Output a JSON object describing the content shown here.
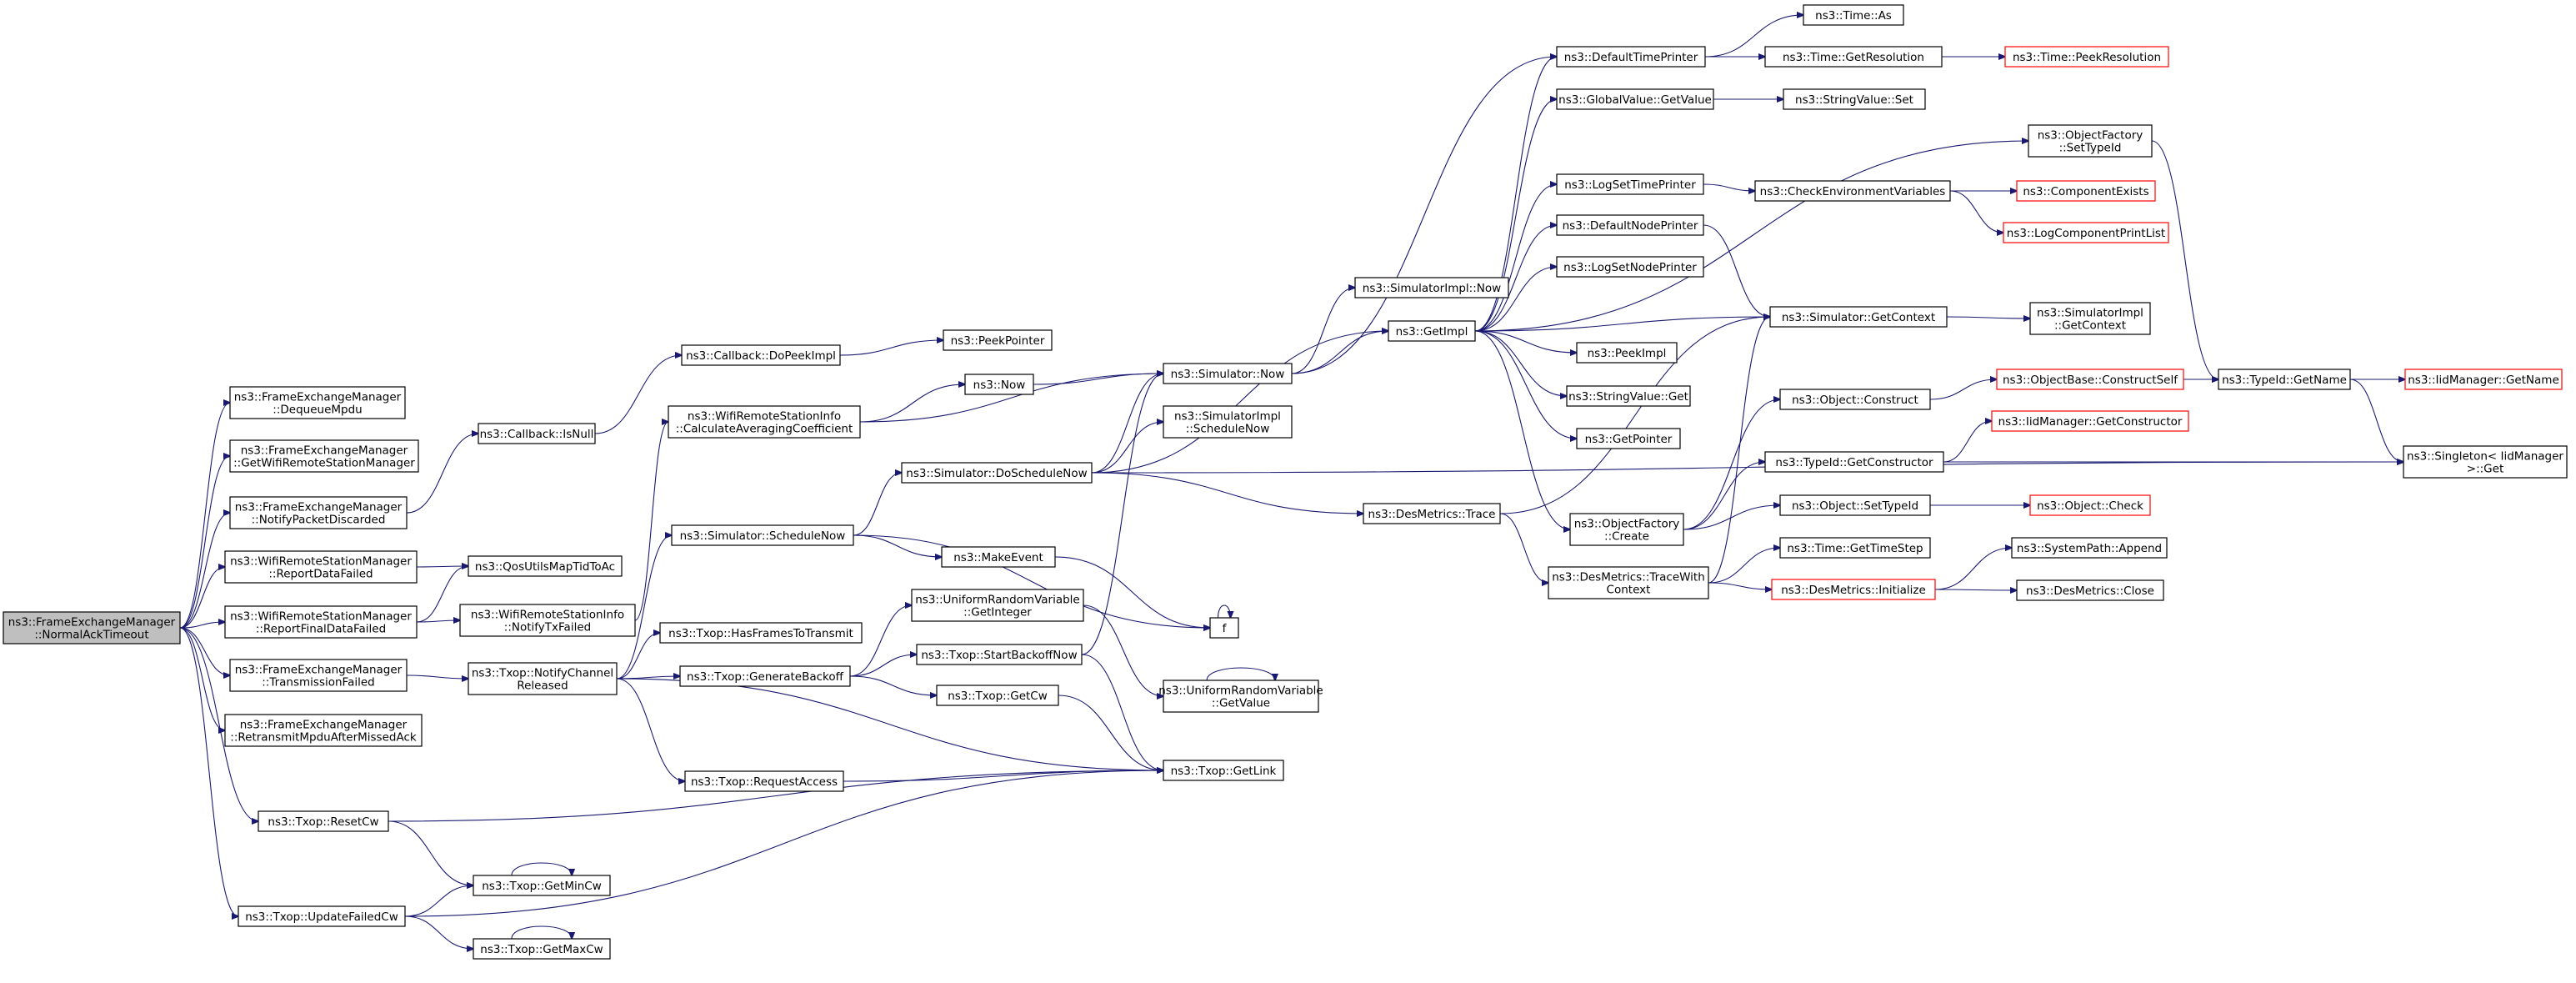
{
  "nodes": {
    "root": {
      "lines": [
        "ns3::FrameExchangeManager",
        "::NormalAckTimeout"
      ],
      "style": "root"
    },
    "dequeue": {
      "lines": [
        "ns3::FrameExchangeManager",
        "::DequeueMpdu"
      ]
    },
    "getwifi": {
      "lines": [
        "ns3::FrameExchangeManager",
        "::GetWifiRemoteStationManager"
      ]
    },
    "notifypd": {
      "lines": [
        "ns3::FrameExchangeManager",
        "::NotifyPacketDiscarded"
      ]
    },
    "reportdf": {
      "lines": [
        "ns3::WifiRemoteStationManager",
        "::ReportDataFailed"
      ]
    },
    "reportfdf": {
      "lines": [
        "ns3::WifiRemoteStationManager",
        "::ReportFinalDataFailed"
      ]
    },
    "txfailed": {
      "lines": [
        "ns3::FrameExchangeManager",
        "::TransmissionFailed"
      ]
    },
    "retransmit": {
      "lines": [
        "ns3::FrameExchangeManager",
        "::RetransmitMpduAfterMissedAck"
      ]
    },
    "resetcw": {
      "lines": [
        "ns3::Txop::ResetCw"
      ]
    },
    "updatefcw": {
      "lines": [
        "ns3::Txop::UpdateFailedCw"
      ]
    },
    "cbisnull": {
      "lines": [
        "ns3::Callback::IsNull"
      ]
    },
    "qosutils": {
      "lines": [
        "ns3::QosUtilsMapTidToAc"
      ]
    },
    "notifytxf": {
      "lines": [
        "ns3::WifiRemoteStationInfo",
        "::NotifyTxFailed"
      ]
    },
    "notifychr": {
      "lines": [
        "ns3::Txop::NotifyChannel",
        "Released"
      ]
    },
    "getmincw": {
      "lines": [
        "ns3::Txop::GetMinCw"
      ]
    },
    "getmaxcw": {
      "lines": [
        "ns3::Txop::GetMaxCw"
      ]
    },
    "dopeek": {
      "lines": [
        "ns3::Callback::DoPeekImpl"
      ]
    },
    "calcavg": {
      "lines": [
        "ns3::WifiRemoteStationInfo",
        "::CalculateAveragingCoefficient"
      ]
    },
    "schednow": {
      "lines": [
        "ns3::Simulator::ScheduleNow"
      ]
    },
    "hasframes": {
      "lines": [
        "ns3::Txop::HasFramesToTransmit"
      ]
    },
    "genbackoff": {
      "lines": [
        "ns3::Txop::GenerateBackoff"
      ]
    },
    "reqaccess": {
      "lines": [
        "ns3::Txop::RequestAccess"
      ]
    },
    "peekptr": {
      "lines": [
        "ns3::PeekPointer"
      ]
    },
    "now": {
      "lines": [
        "ns3::Now"
      ]
    },
    "doschednow": {
      "lines": [
        "ns3::Simulator::DoScheduleNow"
      ]
    },
    "makeevent": {
      "lines": [
        "ns3::MakeEvent"
      ]
    },
    "urvgetint": {
      "lines": [
        "ns3::UniformRandomVariable",
        "::GetInteger"
      ]
    },
    "startbackoff": {
      "lines": [
        "ns3::Txop::StartBackoffNow"
      ]
    },
    "getcw": {
      "lines": [
        "ns3::Txop::GetCw"
      ]
    },
    "simnow": {
      "lines": [
        "ns3::Simulator::Now"
      ]
    },
    "simimplsched": {
      "lines": [
        "ns3::SimulatorImpl",
        "::ScheduleNow"
      ]
    },
    "f": {
      "lines": [
        "f"
      ]
    },
    "urvgetval": {
      "lines": [
        "ns3::UniformRandomVariable",
        "::GetValue"
      ]
    },
    "getlink": {
      "lines": [
        "ns3::Txop::GetLink"
      ]
    },
    "simimplnow": {
      "lines": [
        "ns3::SimulatorImpl::Now"
      ]
    },
    "getimpl": {
      "lines": [
        "ns3::GetImpl"
      ]
    },
    "desmtrace": {
      "lines": [
        "ns3::DesMetrics::Trace"
      ]
    },
    "deftp": {
      "lines": [
        "ns3::DefaultTimePrinter"
      ]
    },
    "gvgetvalue": {
      "lines": [
        "ns3::GlobalValue::GetValue"
      ]
    },
    "logsettp": {
      "lines": [
        "ns3::LogSetTimePrinter"
      ]
    },
    "defnp": {
      "lines": [
        "ns3::DefaultNodePrinter"
      ]
    },
    "logsetnp": {
      "lines": [
        "ns3::LogSetNodePrinter"
      ]
    },
    "peekimpl": {
      "lines": [
        "ns3::PeekImpl"
      ]
    },
    "svget": {
      "lines": [
        "ns3::StringValue::Get"
      ]
    },
    "getpointer": {
      "lines": [
        "ns3::GetPointer"
      ]
    },
    "ofcreate": {
      "lines": [
        "ns3::ObjectFactory",
        "::Create"
      ]
    },
    "desmtracewc": {
      "lines": [
        "ns3::DesMetrics::TraceWith",
        "Context"
      ]
    },
    "timeas": {
      "lines": [
        "ns3::Time::As"
      ]
    },
    "timegetres": {
      "lines": [
        "ns3::Time::GetResolution"
      ]
    },
    "svset": {
      "lines": [
        "ns3::StringValue::Set"
      ]
    },
    "ofsettypeid": {
      "lines": [
        "ns3::ObjectFactory",
        "::SetTypeId"
      ]
    },
    "checkenv": {
      "lines": [
        "ns3::CheckEnvironmentVariables"
      ]
    },
    "simgetctx": {
      "lines": [
        "ns3::Simulator::GetContext"
      ]
    },
    "objconstruct": {
      "lines": [
        "ns3::Object::Construct"
      ]
    },
    "tidgetctor": {
      "lines": [
        "ns3::TypeId::GetConstructor"
      ]
    },
    "objsettypeid": {
      "lines": [
        "ns3::Object::SetTypeId"
      ]
    },
    "timestep": {
      "lines": [
        "ns3::Time::GetTimeStep"
      ]
    },
    "desminit": {
      "lines": [
        "ns3::DesMetrics::Initialize"
      ],
      "style": "red"
    },
    "timepeekres": {
      "lines": [
        "ns3::Time::PeekResolution"
      ],
      "style": "red"
    },
    "compexists": {
      "lines": [
        "ns3::ComponentExists"
      ],
      "style": "red"
    },
    "logcompprint": {
      "lines": [
        "ns3::LogComponentPrintList"
      ],
      "style": "red"
    },
    "simimplctx": {
      "lines": [
        "ns3::SimulatorImpl",
        "::GetContext"
      ]
    },
    "obconstruct": {
      "lines": [
        "ns3::ObjectBase::ConstructSelf"
      ],
      "style": "red"
    },
    "iidgetctor": {
      "lines": [
        "ns3::IidManager::GetConstructor"
      ],
      "style": "red"
    },
    "objcheck": {
      "lines": [
        "ns3::Object::Check"
      ],
      "style": "red"
    },
    "sysappend": {
      "lines": [
        "ns3::SystemPath::Append"
      ]
    },
    "desmclose": {
      "lines": [
        "ns3::DesMetrics::Close"
      ]
    },
    "tidgetname": {
      "lines": [
        "ns3::TypeId::GetName"
      ]
    },
    "singleton": {
      "lines": [
        "ns3::Singleton< IidManager",
        " >::Get"
      ]
    },
    "iidgetname": {
      "lines": [
        "ns3::IidManager::GetName"
      ],
      "style": "red"
    }
  },
  "edges": [
    [
      "root",
      "dequeue"
    ],
    [
      "root",
      "getwifi"
    ],
    [
      "root",
      "notifypd"
    ],
    [
      "root",
      "reportdf"
    ],
    [
      "root",
      "reportfdf"
    ],
    [
      "root",
      "txfailed"
    ],
    [
      "root",
      "retransmit"
    ],
    [
      "root",
      "resetcw"
    ],
    [
      "root",
      "updatefcw"
    ],
    [
      "notifypd",
      "cbisnull"
    ],
    [
      "cbisnull",
      "dopeek"
    ],
    [
      "dopeek",
      "peekptr"
    ],
    [
      "reportdf",
      "qosutils"
    ],
    [
      "reportfdf",
      "qosutils"
    ],
    [
      "reportfdf",
      "notifytxf"
    ],
    [
      "notifytxf",
      "calcavg"
    ],
    [
      "calcavg",
      "now"
    ],
    [
      "calcavg",
      "simnow"
    ],
    [
      "now",
      "simnow"
    ],
    [
      "txfailed",
      "notifychr"
    ],
    [
      "notifychr",
      "schednow"
    ],
    [
      "notifychr",
      "hasframes"
    ],
    [
      "notifychr",
      "genbackoff"
    ],
    [
      "notifychr",
      "reqaccess"
    ],
    [
      "notifychr",
      "getlink"
    ],
    [
      "schednow",
      "doschednow"
    ],
    [
      "schednow",
      "makeevent"
    ],
    [
      "schednow",
      "f"
    ],
    [
      "genbackoff",
      "urvgetint"
    ],
    [
      "genbackoff",
      "startbackoff"
    ],
    [
      "genbackoff",
      "getcw"
    ],
    [
      "urvgetint",
      "urvgetval"
    ],
    [
      "urvgetval",
      "urvgetval"
    ],
    [
      "startbackoff",
      "simnow"
    ],
    [
      "startbackoff",
      "getlink"
    ],
    [
      "getcw",
      "getlink"
    ],
    [
      "reqaccess",
      "getlink"
    ],
    [
      "makeevent",
      "f"
    ],
    [
      "f",
      "f"
    ],
    [
      "resetcw",
      "getlink"
    ],
    [
      "resetcw",
      "getmincw"
    ],
    [
      "getmincw",
      "getmincw"
    ],
    [
      "updatefcw",
      "getmincw"
    ],
    [
      "updatefcw",
      "getmaxcw"
    ],
    [
      "updatefcw",
      "getlink"
    ],
    [
      "getmaxcw",
      "getmaxcw"
    ],
    [
      "doschednow",
      "simnow"
    ],
    [
      "doschednow",
      "simimplsched"
    ],
    [
      "doschednow",
      "getimpl"
    ],
    [
      "doschednow",
      "desmtrace"
    ],
    [
      "doschednow",
      "singleton"
    ],
    [
      "simnow",
      "simimplnow"
    ],
    [
      "simnow",
      "getimpl"
    ],
    [
      "simnow",
      "deftp"
    ],
    [
      "getimpl",
      "deftp"
    ],
    [
      "getimpl",
      "gvgetvalue"
    ],
    [
      "getimpl",
      "ofsettypeid"
    ],
    [
      "getimpl",
      "logsettp"
    ],
    [
      "getimpl",
      "defnp"
    ],
    [
      "getimpl",
      "logsetnp"
    ],
    [
      "getimpl",
      "simgetctx"
    ],
    [
      "getimpl",
      "peekimpl"
    ],
    [
      "getimpl",
      "svget"
    ],
    [
      "getimpl",
      "getpointer"
    ],
    [
      "getimpl",
      "ofcreate"
    ],
    [
      "deftp",
      "timeas"
    ],
    [
      "deftp",
      "timegetres"
    ],
    [
      "timegetres",
      "timepeekres"
    ],
    [
      "gvgetvalue",
      "svset"
    ],
    [
      "logsettp",
      "checkenv"
    ],
    [
      "checkenv",
      "compexists"
    ],
    [
      "checkenv",
      "logcompprint"
    ],
    [
      "defnp",
      "simgetctx"
    ],
    [
      "simgetctx",
      "simimplctx"
    ],
    [
      "desmtrace",
      "simgetctx"
    ],
    [
      "desmtrace",
      "desmtracewc"
    ],
    [
      "desmtracewc",
      "simgetctx"
    ],
    [
      "desmtracewc",
      "timestep"
    ],
    [
      "desmtracewc",
      "desminit"
    ],
    [
      "desminit",
      "sysappend"
    ],
    [
      "desminit",
      "desmclose"
    ],
    [
      "ofcreate",
      "objconstruct"
    ],
    [
      "ofcreate",
      "tidgetctor"
    ],
    [
      "ofcreate",
      "objsettypeid"
    ],
    [
      "objconstruct",
      "obconstruct"
    ],
    [
      "obconstruct",
      "tidgetname"
    ],
    [
      "tidgetctor",
      "iidgetctor"
    ],
    [
      "tidgetctor",
      "singleton"
    ],
    [
      "objsettypeid",
      "objcheck"
    ],
    [
      "ofsettypeid",
      "tidgetname"
    ],
    [
      "tidgetname",
      "iidgetname"
    ],
    [
      "tidgetname",
      "singleton"
    ]
  ]
}
